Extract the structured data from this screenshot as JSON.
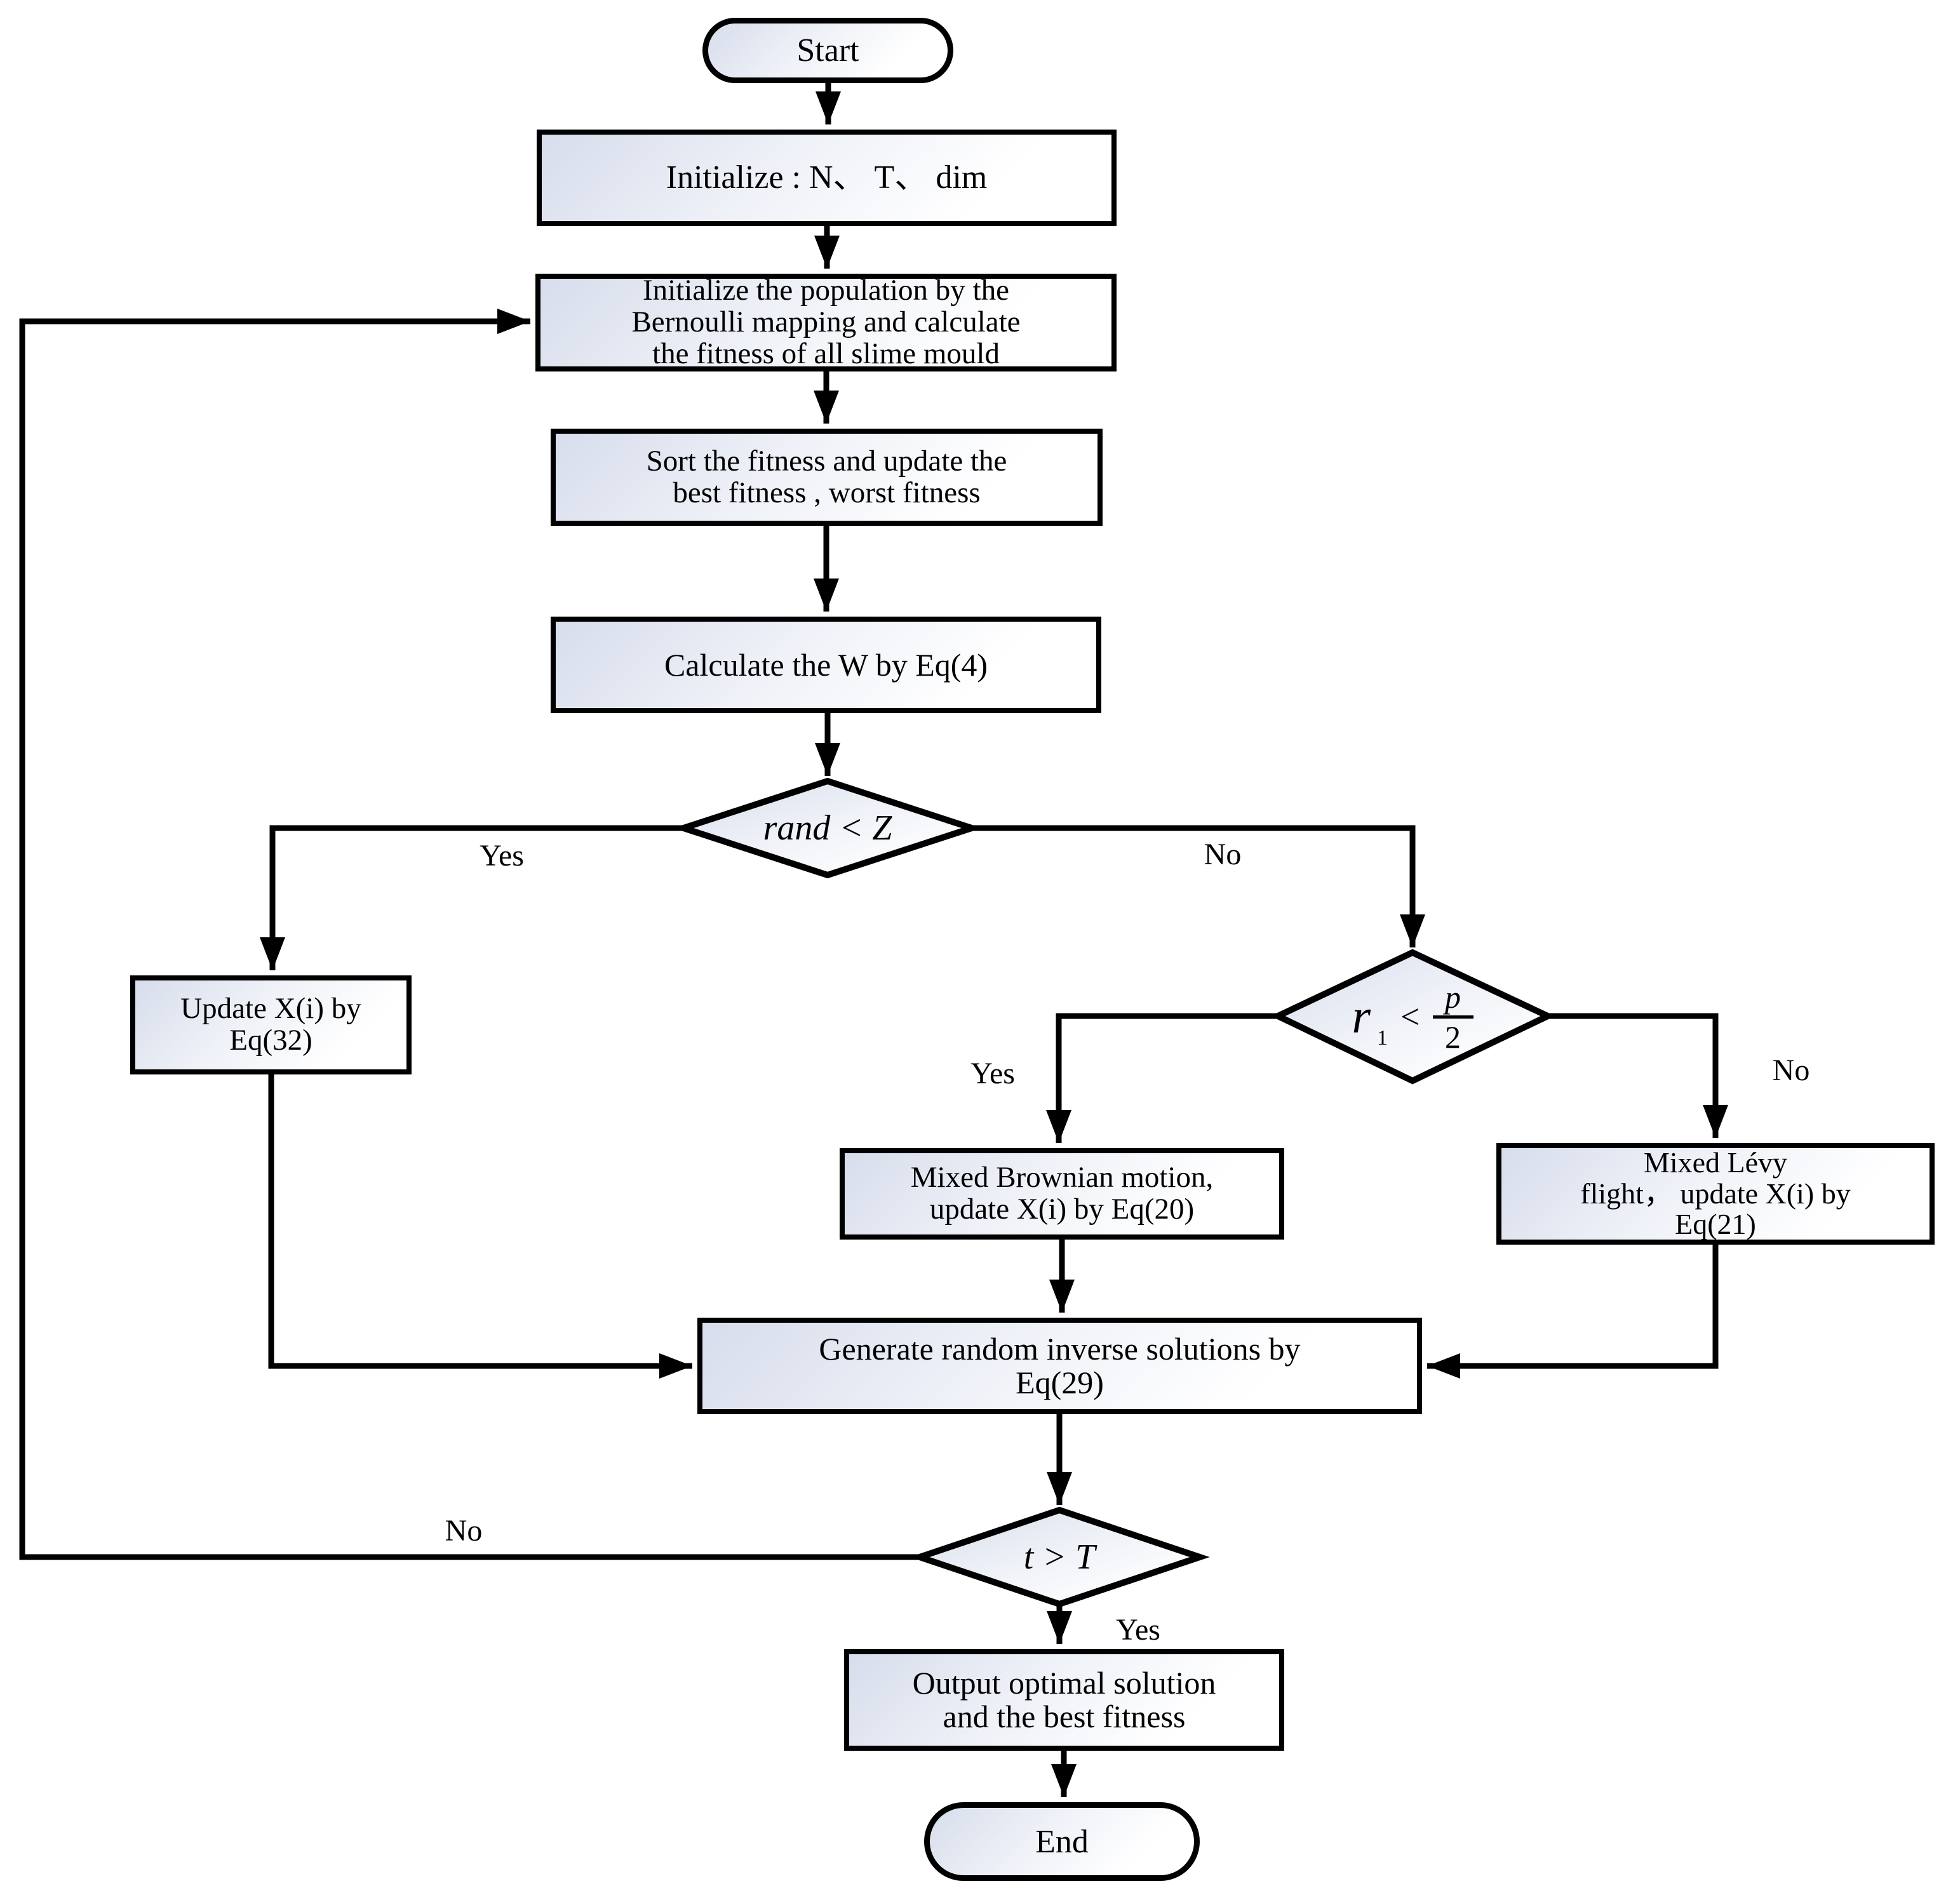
{
  "flowchart": {
    "start": {
      "label": "Start"
    },
    "initialize": {
      "lines": [
        "Initialize : N、 T、 dim"
      ]
    },
    "bernoulli": {
      "lines": [
        "Initialize the population by the",
        "Bernoulli mapping and calculate",
        "the fitness of all slime mould"
      ]
    },
    "sort": {
      "lines": [
        "Sort the fitness and update the",
        "best fitness , worst fitness"
      ]
    },
    "calculate_w": {
      "lines": [
        "Calculate the W by Eq(4)"
      ]
    },
    "decision_rand": {
      "condition": "rand < Z",
      "yes_label": "Yes",
      "no_label": "No"
    },
    "update_x": {
      "lines": [
        "Update X(i) by",
        "Eq(32)"
      ]
    },
    "decision_r1": {
      "variable": "r",
      "subscript": "1",
      "operator": "<",
      "numerator": "p",
      "denominator": "2",
      "yes_label": "Yes",
      "no_label": "No"
    },
    "brownian": {
      "lines": [
        "Mixed Brownian motion,",
        "update X(i) by Eq(20)"
      ]
    },
    "levy": {
      "lines": [
        "Mixed Lévy",
        "flight， update X(i) by",
        "Eq(21)"
      ]
    },
    "generate": {
      "lines": [
        "Generate random inverse solutions by",
        "Eq(29)"
      ]
    },
    "decision_t": {
      "condition": "t > T",
      "yes_label": "Yes",
      "no_label": "No"
    },
    "output": {
      "lines": [
        "Output optimal solution",
        "and the best fitness"
      ]
    },
    "end": {
      "label": "End"
    }
  },
  "colors": {
    "line": "#000000",
    "text": "#000000",
    "node_fill_top": "#d7ddec",
    "node_fill_bottom": "#ffffff",
    "background": "#ffffff"
  }
}
